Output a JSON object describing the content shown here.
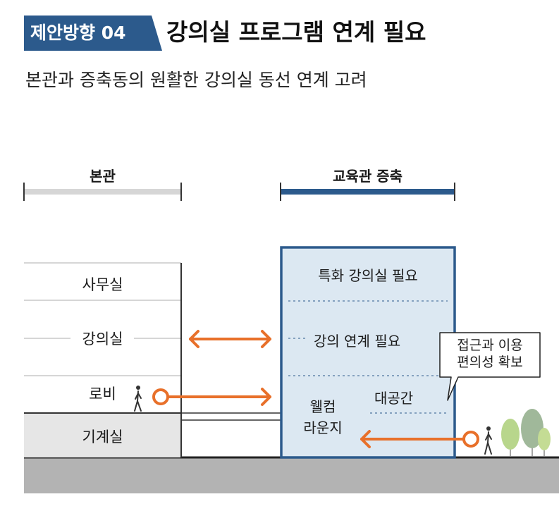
{
  "header": {
    "badge": "제안방향 04",
    "title": "강의실 프로그램 연계 필요",
    "subtitle": "본관과 증축동의 원활한 강의실 동선 연계 고려"
  },
  "diagram": {
    "main_building": {
      "label": "본관",
      "floors": [
        "사무실",
        "강의실",
        "로비",
        "기계실"
      ]
    },
    "annex": {
      "label": "교육관 증축",
      "rows": [
        "특화 강의실 필요",
        "강의 연계 필요"
      ],
      "welcome_lounge": [
        "웰컴",
        "라운지"
      ],
      "large_space": "대공간"
    },
    "callout": [
      "접근과 이용",
      "편의성 확보"
    ]
  },
  "colors": {
    "badge": "#2c5a8c",
    "annex_border": "#2c5a8c",
    "annex_fill": "#dce8f2",
    "arrow": "#e8702a",
    "main_bracket": "#d6d6d6",
    "ground": "#b3b3b3",
    "mechanical_room": "#e6e6e6",
    "tree_green": "#b8d68c",
    "tree_dark": "#a0b89a"
  }
}
